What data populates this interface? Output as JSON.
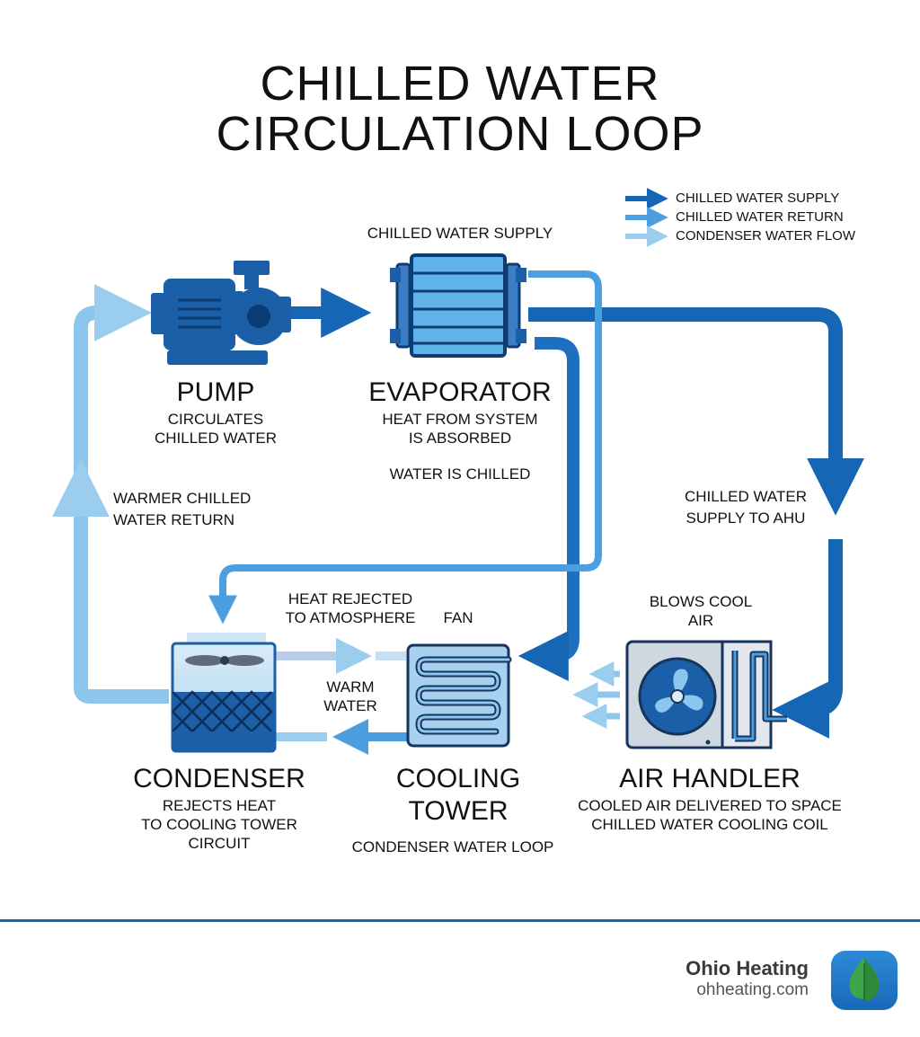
{
  "title": {
    "line1": "CHILLED WATER",
    "line2": "CIRCULATION LOOP"
  },
  "legend": [
    {
      "label": "CHILLED WATER SUPPLY",
      "color": "#1566b5"
    },
    {
      "label": "CHILLED WATER RETURN",
      "color": "#3f97dc"
    },
    {
      "label": "CONDENSER WATER FLOW",
      "color": "#8cc6ec"
    }
  ],
  "colors": {
    "supply": "#1566b5",
    "return": "#4b9fe0",
    "condenser": "#9bcdef",
    "equipment": "#1b5fa8"
  },
  "components": {
    "pump": {
      "label": "PUMP",
      "desc": [
        "CIRCULATES",
        "CHILLED WATER"
      ],
      "icon": "pump-icon"
    },
    "evaporator": {
      "label": "EVAPORATOR",
      "desc": [
        "HEAT FROM SYSTEM",
        "IS ABSORBED"
      ],
      "note": "WATER IS CHILLED",
      "icon": "evaporator-icon"
    },
    "condenser": {
      "label": "CONDENSER",
      "desc": [
        "REJECTS HEAT",
        "TO COOLING TOWER",
        "CIRCUIT"
      ],
      "icon": "condenser-icon"
    },
    "cooling_tower": {
      "label": [
        "COOLING",
        "TOWER"
      ],
      "desc": "CONDENSER WATER LOOP",
      "icon": "cooling-coil-icon"
    },
    "air_handler": {
      "label": "AIR HANDLER",
      "desc": [
        "COOLED AIR DELIVERED TO SPACE",
        "CHILLED WATER COOLING COIL"
      ],
      "icon": "fan-icon"
    }
  },
  "flow_labels": {
    "top_supply": "CHILLED WATER SUPPLY",
    "return": [
      "WARMER CHILLED",
      "WATER RETURN"
    ],
    "supply_ahu": [
      "CHILLED WATER",
      "SUPPLY TO AHU"
    ],
    "heat_rejected": [
      "HEAT REJECTED",
      "TO ATMOSPHERE"
    ],
    "fan": "FAN",
    "warm_water": [
      "WARM",
      "WATER"
    ],
    "blows_cool_air": [
      "BLOWS COOL",
      "AIR"
    ]
  },
  "brand": {
    "name": "Ohio Heating",
    "url": "ohheating.com",
    "logo_icon": "leaf-logo-icon"
  }
}
